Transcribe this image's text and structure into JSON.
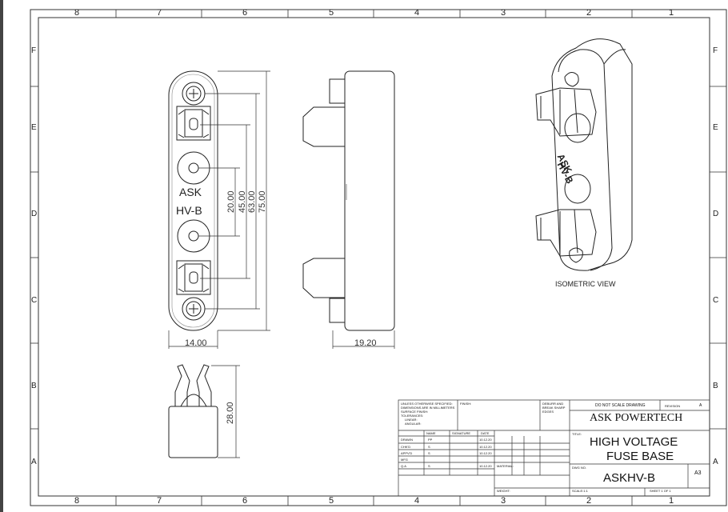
{
  "zones": {
    "columns": [
      "8",
      "7",
      "6",
      "5",
      "4",
      "3",
      "2",
      "1"
    ],
    "rows": [
      "F",
      "E",
      "D",
      "C",
      "B",
      "A"
    ]
  },
  "views": {
    "front_marks": [
      "ASK",
      "HV-B"
    ],
    "iso_marks": [
      "ASK",
      "HV-B"
    ],
    "isometric_label": "ISOMETRIC VIEW"
  },
  "dimensions": {
    "width_front": "14.00",
    "width_side": "19.20",
    "height_bottom": "28.00",
    "pitch_20": "20.00",
    "pitch_45": "45.00",
    "pitch_63": "63.00",
    "length_75": "75.00"
  },
  "title_block": {
    "unless_lines": [
      "UNLESS OTHERWISE SPECIFIED:",
      "DIMENSIONS ARE IN MILLIMETERS",
      "SURFACE FINISH:",
      "TOLERANCES:",
      "LINEAR:",
      "ANGULAR:"
    ],
    "finish": "FINISH:",
    "deburr_lines": [
      "DEBURR AND",
      "BREAK SHARP",
      "EDGES"
    ],
    "do_not_scale": "DO NOT SCALE DRAWING",
    "revision_label": "REVISION",
    "revision": "A",
    "company": "ASK POWERTECH",
    "title_label": "TITLE:",
    "title_line1": "HIGH VOLTAGE",
    "title_line2": "FUSE BASE",
    "col_name": "NAME",
    "col_signature": "SIGNATURE",
    "col_date": "DATE",
    "rows": [
      {
        "role": "DRAWN",
        "name": "PP",
        "date": "10.12.20"
      },
      {
        "role": "CHK'D",
        "name": "S",
        "date": "10.12.20"
      },
      {
        "role": "APPV'D",
        "name": "S",
        "date": "10.12.20"
      },
      {
        "role": "MFG",
        "name": "",
        "date": ""
      },
      {
        "role": "Q.A",
        "name": "S",
        "date": "10.12.20"
      }
    ],
    "material": "MATERIAL:",
    "dwg_no_label": "DWG NO.",
    "dwg_no": "ASKHV-B",
    "size": "A3",
    "weight": "WEIGHT:",
    "scale": "SCALE:1:1",
    "sheet": "SHEET 1 OF 1"
  }
}
